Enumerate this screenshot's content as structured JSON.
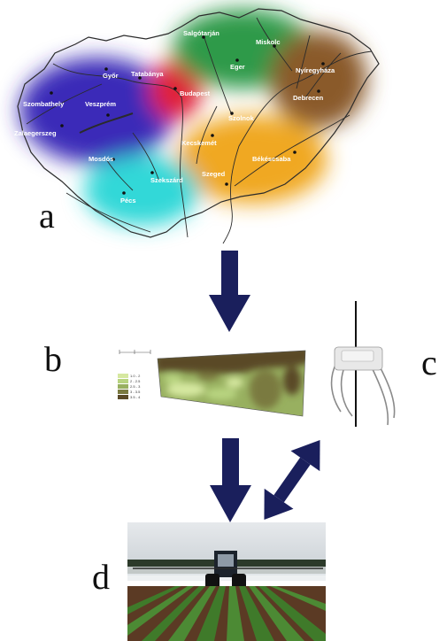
{
  "panels": {
    "a": "a",
    "b": "b",
    "c": "c",
    "d": "d"
  },
  "map": {
    "cities": [
      {
        "id": "gyor",
        "name": "Győr"
      },
      {
        "id": "tatabanya",
        "name": "Tatabánya"
      },
      {
        "id": "budapest",
        "name": "Budapest"
      },
      {
        "id": "salgotarjan",
        "name": "Salgótarján"
      },
      {
        "id": "miskolc",
        "name": "Miskolc"
      },
      {
        "id": "eger",
        "name": "Eger"
      },
      {
        "id": "nyiregyhaza",
        "name": "Nyíregyháza"
      },
      {
        "id": "debrecen",
        "name": "Debrecen"
      },
      {
        "id": "szombathely",
        "name": "Szombathely"
      },
      {
        "id": "veszprem",
        "name": "Veszprém"
      },
      {
        "id": "zalaegerszeg",
        "name": "Zalaegerszeg"
      },
      {
        "id": "szolnok",
        "name": "Szolnok"
      },
      {
        "id": "kecskemet",
        "name": "Kecskemét"
      },
      {
        "id": "bekescsaba",
        "name": "Békéscsaba"
      },
      {
        "id": "mosdos",
        "name": "Mosdós"
      },
      {
        "id": "szekszard",
        "name": "Szekszárd"
      },
      {
        "id": "szeged",
        "name": "Szeged"
      },
      {
        "id": "pecs",
        "name": "Pécs"
      }
    ],
    "region_colors": {
      "west": "#3a2ab8",
      "central": "#e0203a",
      "north": "#2e9a4a",
      "east": "#8a5a2a",
      "south_plain": "#f0a820",
      "south_transdanubia": "#30d8d8"
    }
  },
  "field_map": {
    "legend_items": [
      "1.0 - 2",
      "2 - 2.5",
      "2.5 - 3",
      "3 - 3.5",
      "3.5 - 4"
    ],
    "legend_colors": [
      "#d6e8a0",
      "#b8d480",
      "#98b060",
      "#7a7a40",
      "#5a4a28"
    ]
  },
  "arrows": {
    "color": "#1a1f5c"
  },
  "photo": {
    "sky_color": "#d8dde2",
    "crop_color": "#3f7a2a"
  }
}
